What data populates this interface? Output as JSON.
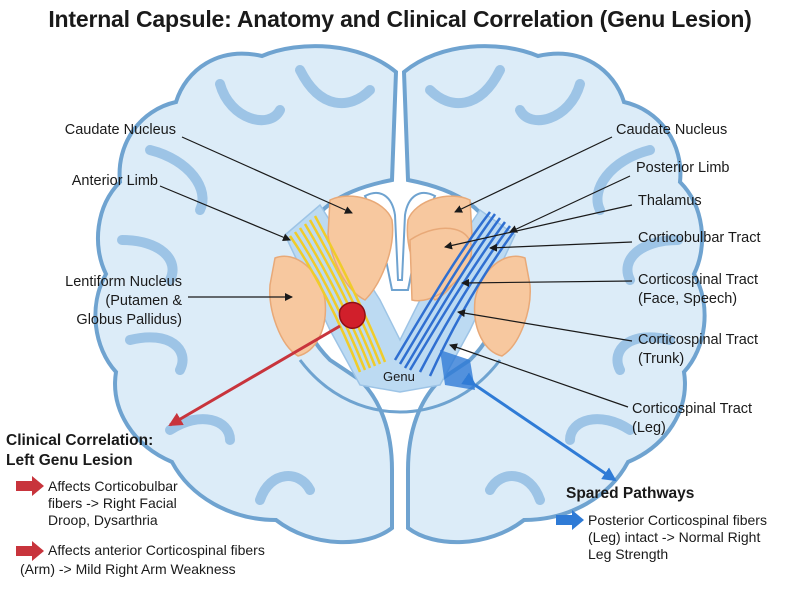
{
  "title": "Internal Capsule: Anatomy and Clinical Correlation (Genu Lesion)",
  "labels_left": {
    "caudate": "Caudate Nucleus",
    "anterior_limb": "Anterior Limb",
    "lentiform_1": "Lentiform Nucleus",
    "lentiform_2": "(Putamen &",
    "lentiform_3": "Globus Pallidus)"
  },
  "labels_right": {
    "caudate": "Caudate Nucleus",
    "posterior_limb": "Posterior Limb",
    "thalamus": "Thalamus",
    "corticobulbar": "Corticobulbar Tract",
    "cst_face_1": "Corticospinal Tract",
    "cst_face_2": "(Face, Speech)",
    "cst_trunk_1": "Corticospinal Tract",
    "cst_trunk_2": "(Trunk)",
    "cst_leg_1": "Corticospinal Tract",
    "cst_leg_2": "(Leg)"
  },
  "genu_label": "Genu",
  "clinical": {
    "title_1": "Clinical Correlation:",
    "title_2": "Left Genu Lesion",
    "bullet1_1": "Affects Corticobulbar",
    "bullet1_2": "fibers -> Right Facial",
    "bullet1_3": "Droop, Dysarthria",
    "bullet2_1": "Affects anterior Corticospinal fibers",
    "bullet2_2": "(Arm) -> Mild Right Arm Weakness"
  },
  "spared": {
    "title": "Spared Pathways",
    "line1": "Posterior Corticospinal fibers",
    "line2": "(Leg) intact -> Normal Right",
    "line3": "Leg Strength"
  },
  "colors": {
    "brain_fill": "#dcecf8",
    "brain_outline": "#6fa3d0",
    "cortex": "#9dc4e6",
    "nucleus": "#f7c89f",
    "anterior_fibers": "#f0cc2a",
    "posterior_fibers": "#2f6fd1",
    "lesion": "#d11f2b",
    "clinical_arrow": "#c8343c",
    "spared_arrow": "#2f7bd6"
  }
}
